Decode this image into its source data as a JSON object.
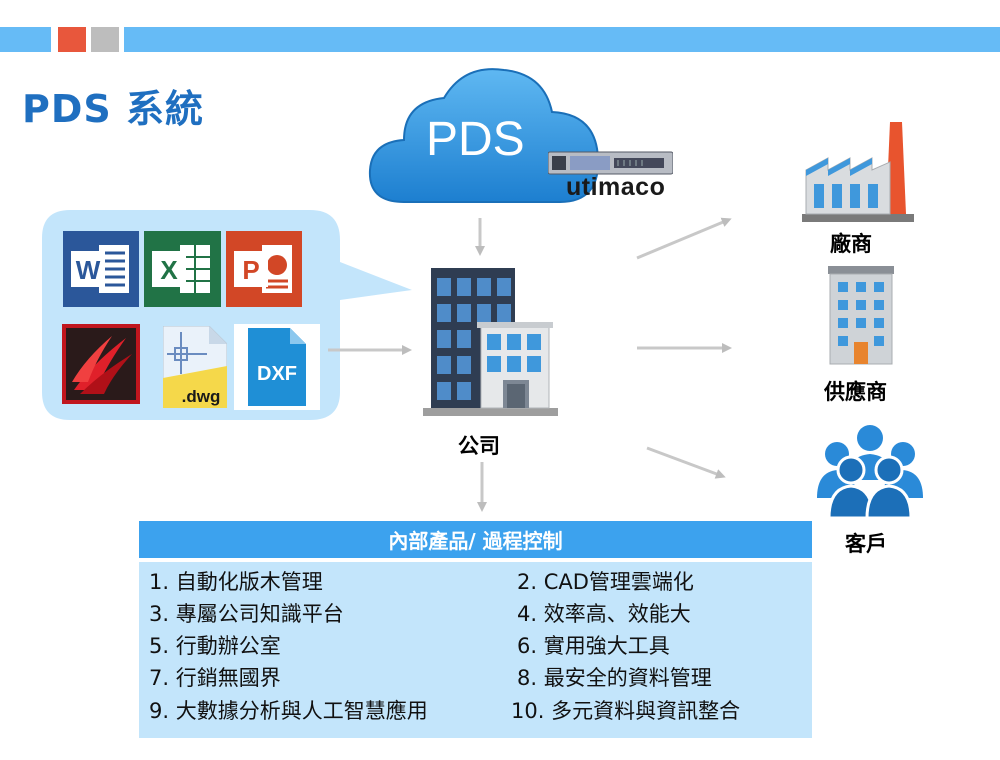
{
  "header": {
    "title": "PDS 系統"
  },
  "cloud": {
    "label": "PDS",
    "hsm_brand": "utimaco"
  },
  "file_icons": [
    {
      "name": "word-icon",
      "letter": "W",
      "color": "#2b579a"
    },
    {
      "name": "excel-icon",
      "letter": "X",
      "color": "#217346"
    },
    {
      "name": "powerpoint-icon",
      "letter": "P",
      "color": "#d24726"
    },
    {
      "name": "cad-app-icon",
      "letter": "",
      "color": "#c0161e"
    },
    {
      "name": "dwg-file-icon",
      "letter": ".dwg",
      "color": "#f5d84a"
    },
    {
      "name": "dxf-file-icon",
      "letter": "DXF",
      "color": "#1f8fd6"
    }
  ],
  "nodes": {
    "company": "公司",
    "factory": "廠商",
    "supplier": "供應商",
    "customer": "客戶"
  },
  "panel": {
    "title": "內部產品/ 過程控制",
    "features": [
      "1. 自動化版木管理",
      "2. CAD管理雲端化",
      "3. 專屬公司知識平台",
      "4. 效率高、效能大",
      "5. 行動辦公室",
      "6. 實用強大工具",
      "7. 行銷無國界",
      "8. 最安全的資料管理",
      "9. 大數據分析與人工智慧應用",
      "10. 多元資料與資訊整合"
    ]
  },
  "colors": {
    "accent_blue": "#66bbf6",
    "title_blue": "#1f6fc0",
    "panel_header": "#3ca2ee",
    "panel_body": "#c3e5fb",
    "arrow_gray": "#c8c8c8"
  }
}
